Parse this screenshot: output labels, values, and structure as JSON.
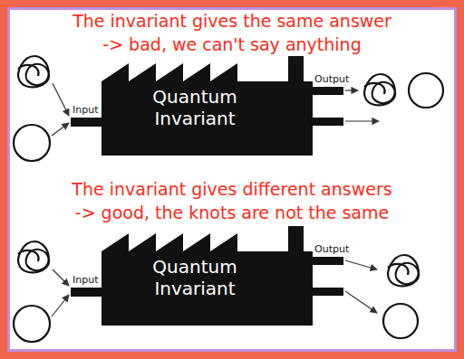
{
  "diagram": {
    "nodes": [
      {
        "text": [
          "Quantum Invariant"
        ]
      },
      {
        "text": [
          "Quantum Invariant"
        ]
      }
    ],
    "labels": [
      "The invariant gives the same answer",
      "-> bad, we can't say anything",
      "Input",
      "Output",
      "The invariant gives different answers",
      "-> good, the knots are not the same",
      "Input",
      "Output"
    ]
  }
}
